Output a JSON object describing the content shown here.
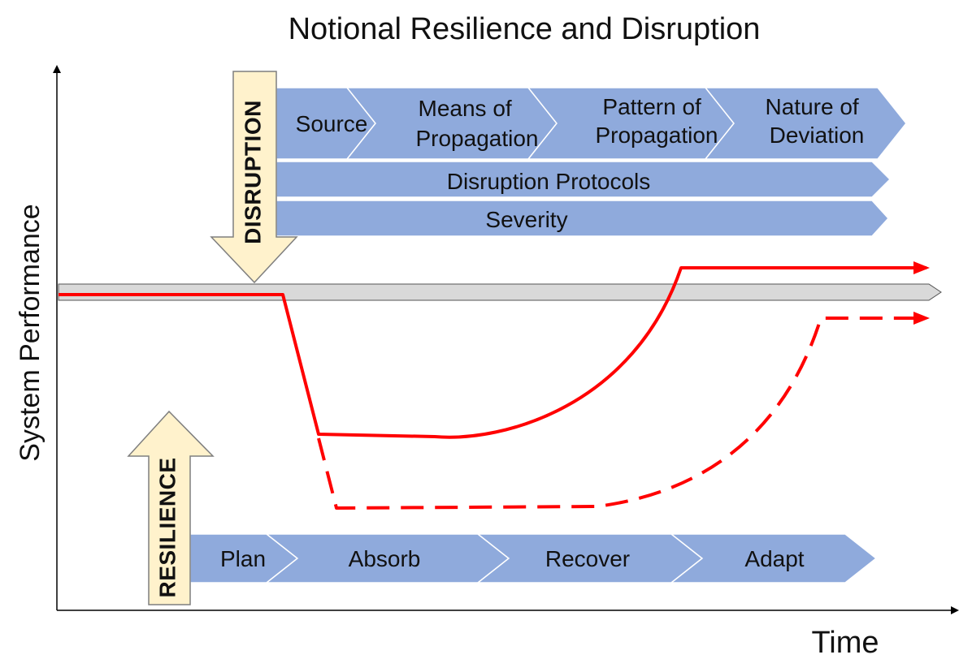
{
  "title": "Notional Resilience and Disruption",
  "axes": {
    "y_label": "System Performance",
    "x_label": "Time"
  },
  "disruption": {
    "arrow_label": "DISRUPTION",
    "chevrons": [
      "Source",
      "Means of Propagation",
      "Pattern of Propagation",
      "Nature of Deviation"
    ],
    "bars": [
      "Disruption Protocols",
      "Severity"
    ]
  },
  "resilience": {
    "arrow_label": "RESILIENCE",
    "chevrons": [
      "Plan",
      "Absorb",
      "Recover",
      "Adapt"
    ]
  },
  "colors": {
    "chevron_fill": "#8faadc",
    "arrow_fill": "#fff2cc",
    "curve": "#ff0000",
    "baseline_fill": "#d9d9d9"
  }
}
